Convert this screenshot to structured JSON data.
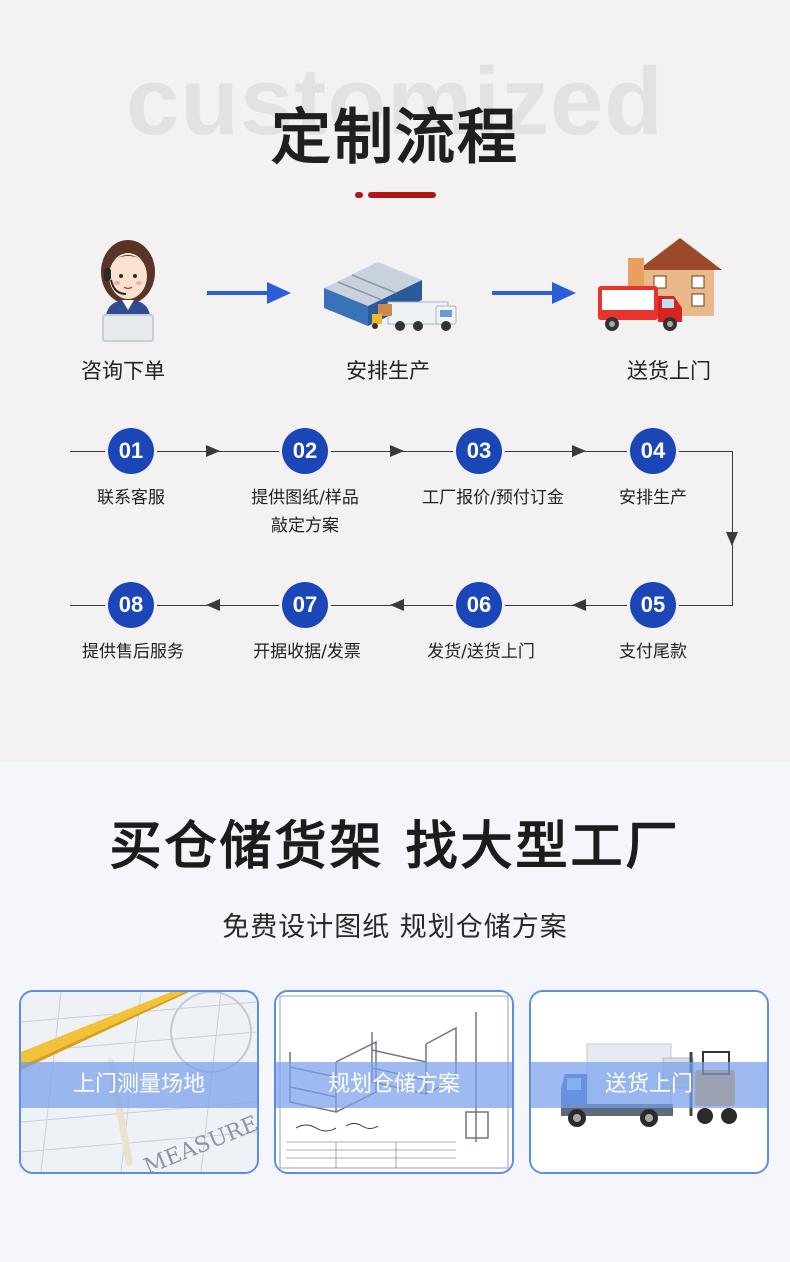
{
  "header": {
    "ghost_text": "customized",
    "title": "定制流程"
  },
  "steps": [
    {
      "label": "咨询下单",
      "icon": "customer-service-agent-icon"
    },
    {
      "label": "安排生产",
      "icon": "warehouse-truck-icon"
    },
    {
      "label": "送货上门",
      "icon": "delivery-house-icon"
    }
  ],
  "timeline": [
    {
      "num": "01",
      "label": "联系客服"
    },
    {
      "num": "02",
      "label": "提供图纸/样品",
      "label2": "敲定方案"
    },
    {
      "num": "03",
      "label": "工厂报价/预付订金"
    },
    {
      "num": "04",
      "label": "安排生产"
    },
    {
      "num": "05",
      "label": "支付尾款"
    },
    {
      "num": "06",
      "label": "发货/送货上门"
    },
    {
      "num": "07",
      "label": "开据收据/发票"
    },
    {
      "num": "08",
      "label": "提供售后服务"
    }
  ],
  "promo": {
    "headline": "买仓储货架 找大型工厂",
    "subhead": "免费设计图纸 规划仓储方案",
    "cards": [
      {
        "label": "上门测量场地",
        "icon": "measure-ruler-icon"
      },
      {
        "label": "规划仓储方案",
        "icon": "blueprint-icon"
      },
      {
        "label": "送货上门",
        "icon": "truck-forklift-icon"
      }
    ]
  },
  "colors": {
    "accent_blue": "#1a46b8",
    "arrow_blue": "#2b5fd6",
    "title_red": "#b01818",
    "card_border": "#5b8ee6"
  }
}
